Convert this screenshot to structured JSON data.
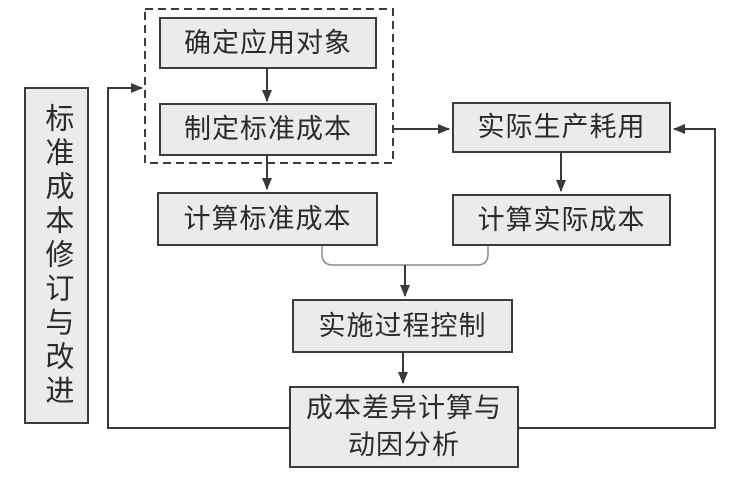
{
  "diagram": {
    "title_semantic": "standard-cost-management-flowchart",
    "nodes": {
      "revision": "标准成本修订与改进",
      "determine_object": "确定应用对象",
      "set_standard": "制定标准成本",
      "calc_standard": "计算标准成本",
      "actual_consumption": "实际生产耗用",
      "calc_actual": "计算实际成本",
      "process_control": "实施过程控制",
      "variance_line1": "成本差异计算与",
      "variance_line2": "动因分析"
    },
    "colors": {
      "background": "#ffffff",
      "box_fill": "#ebebeb",
      "box_border": "#3c3c3c",
      "arrow_line": "#3a3a3a",
      "merge_connector": "#8a8a8a",
      "text": "#2b2b2b"
    }
  }
}
